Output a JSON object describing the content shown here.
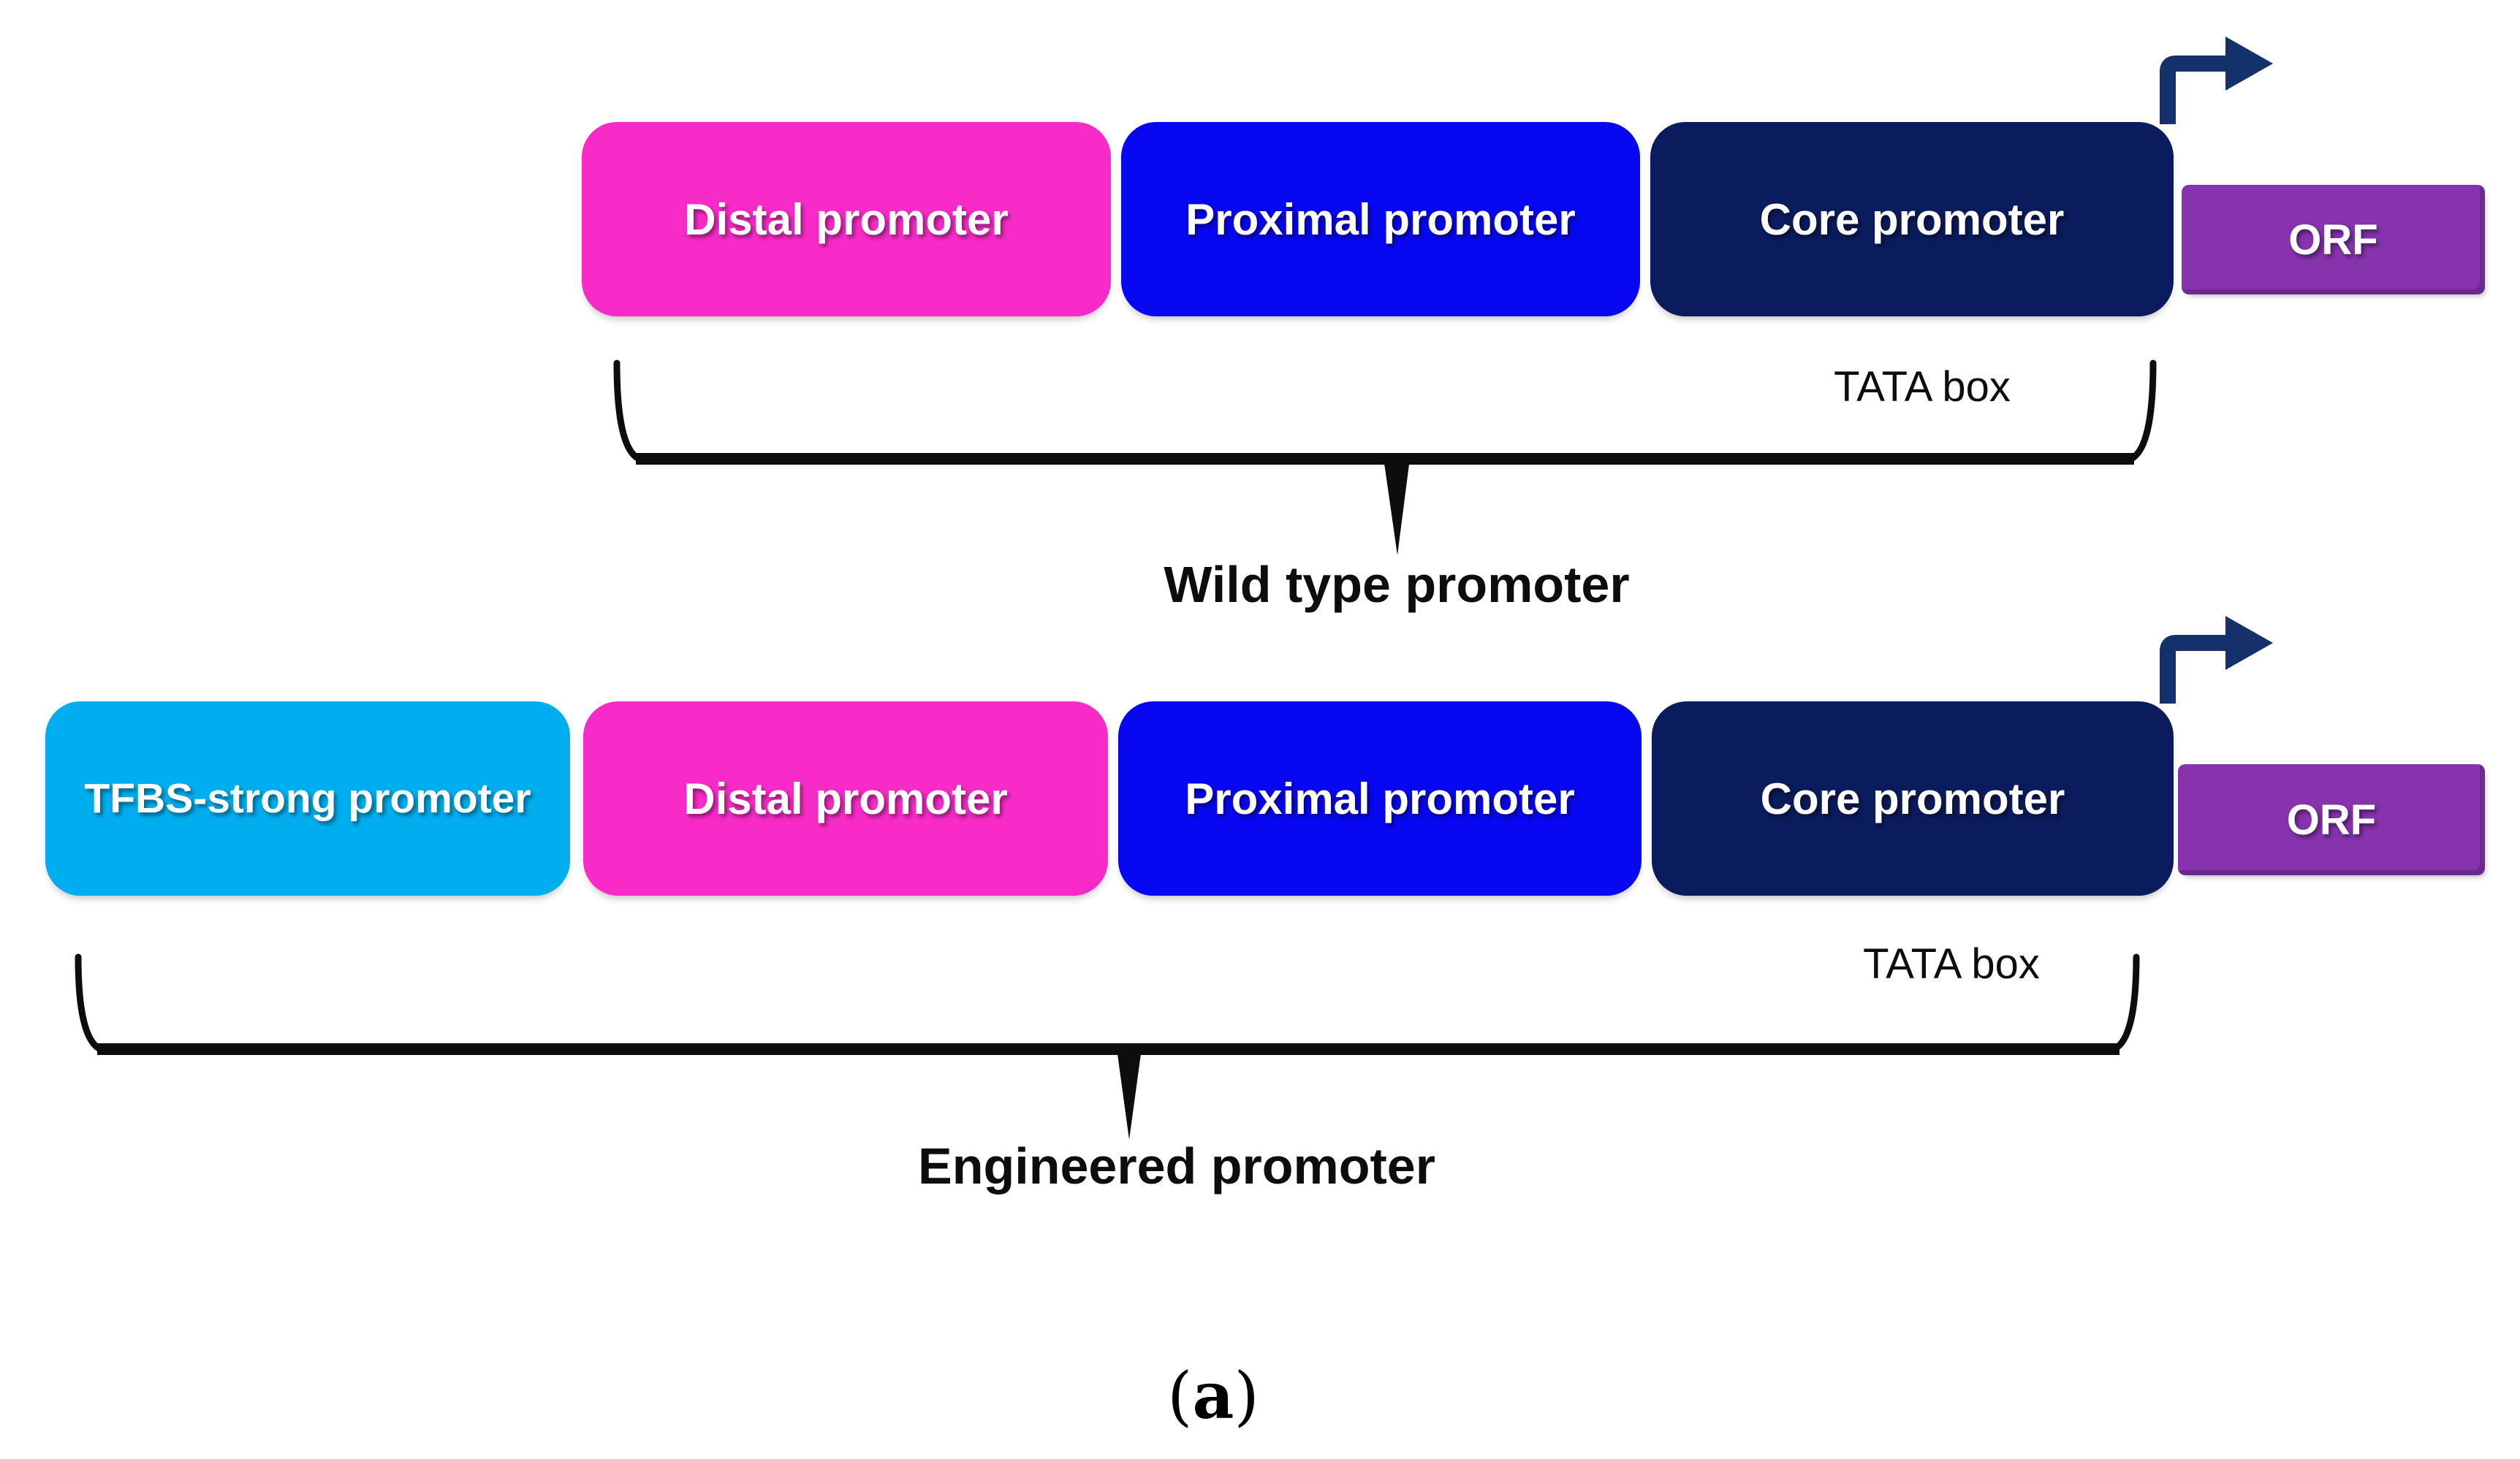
{
  "colors": {
    "distal": "#F92BC8",
    "proximal": "#0707F2",
    "core": "#0B1C5E",
    "orf": "#8733AE",
    "tfbs": "#00AEEF",
    "arrow": "#14316B",
    "ink": "#0D0D0D"
  },
  "wild": {
    "distal_label": "Distal promoter",
    "proximal_label": "Proximal promoter",
    "core_label": "Core promoter",
    "orf_label": "ORF",
    "tata_label": "TATA box",
    "group_label": "Wild type promoter"
  },
  "engineered": {
    "tfbs_label": "TFBS-strong promoter",
    "distal_label": "Distal promoter",
    "proximal_label": "Proximal promoter",
    "core_label": "Core promoter",
    "orf_label": "ORF",
    "tata_label": "TATA box",
    "group_label": "Engineered promoter"
  },
  "figure": {
    "caption": {
      "open": "(",
      "letter": "a",
      "close": ")"
    }
  }
}
